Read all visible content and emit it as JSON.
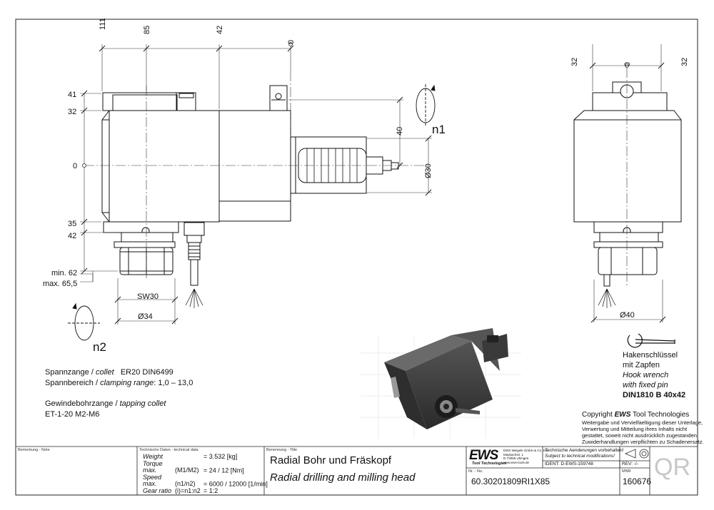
{
  "dims_front": {
    "top": [
      "111",
      "85",
      "42",
      "0"
    ],
    "left": [
      "41",
      "32",
      "0",
      "35",
      "42",
      "min. 62",
      "max. 65,5"
    ],
    "right": [
      "40",
      "Ø30"
    ],
    "bottom": [
      "SW30",
      "Ø34"
    ],
    "n1": "n1",
    "n2": "n2"
  },
  "dims_side": {
    "top": [
      "32",
      "0",
      "32"
    ],
    "bottom": "Ø40"
  },
  "notes": {
    "line1": {
      "de": "Spannzange /",
      "en": "collet",
      "val": "ER20    DIN6499"
    },
    "line2": {
      "de": "Spannbereich /",
      "en": "clamping range",
      "val": ": 1,0 – 13,0"
    },
    "line3": {
      "de": "Gewindebohrzange /",
      "en": "tapping collet"
    },
    "line4": "ET-1-20   M2-M6"
  },
  "wrench": {
    "de1": "Hakenschlüssel",
    "de2": "mit Zapfen",
    "en1": "Hook wrench",
    "en2": "with fixed pin",
    "std": "DIN1810 B 40x42"
  },
  "copyright": {
    "prefix": "Copyright",
    "brand": "EWS",
    "suffix": "Tool Technologies",
    "lines": [
      "Weitergabe und Vervielfaeltigung dieser Unterlage,",
      "Verwertung und Mitteilung ihres Inhalts nicht",
      "gestattet, soweit nicht ausdrücklich zugestanden.",
      "Zuwiderhandlungen verpflichten zu Schadenersatz."
    ]
  },
  "titleblock": {
    "remark_label": "Bemerkung - Note",
    "tech_label": "Technische Daten - technical data",
    "tech_rows": [
      {
        "label": "Weight",
        "prefix": "",
        "value": "=   3.532  [kg]"
      },
      {
        "label": "Torque max.",
        "prefix": "(M1/M2)",
        "value": "=   24  /  12  [Nm]"
      },
      {
        "label": "Speed max.",
        "prefix": "(n1/n2)",
        "value": "=   6000  /  12000  [1/min]"
      },
      {
        "label": "Gear ratio",
        "prefix": "(i)=n1:n2",
        "value": "=   1:2"
      }
    ],
    "name_label": "Benennung - Title",
    "title_de": "Radial Bohr und Fräskopf",
    "title_en": "Radial drilling and milling head",
    "logo": "EWS",
    "logo_sub": "Tool Technologies",
    "company_lines": [
      "EWS Weigele GmbH & Co. KG",
      "Maybachstr. 1",
      "D-73066 Uhingen",
      "www.ews-tools.de"
    ],
    "changes_de": "Technische Aenderungen vorbehalten!",
    "changes_en": "Subject to technical modifications!",
    "ident": "IDENT:  D-EWS-159748",
    "rev": "REV:  -/-",
    "nr_label": "Nr. - No.",
    "part_no": "60.30201809RI1X85",
    "mnr_label": "MNR",
    "mnr": "160676",
    "qr": "QR"
  }
}
